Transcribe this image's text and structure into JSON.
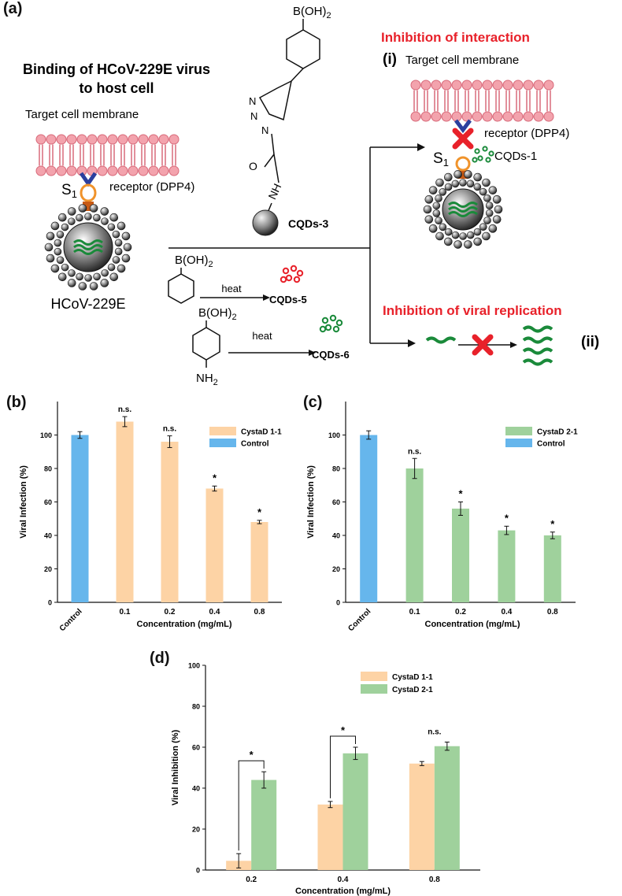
{
  "panel_a": {
    "label": "(a)",
    "left_title_1": "Binding of HCoV-229E virus",
    "left_title_2": "to host cell",
    "membrane_label_left": "Target cell membrane",
    "receptor_label_left": "receptor (DPP4)",
    "s1_left": "S",
    "s1_sub": "1",
    "virus_label": "HCoV-229E",
    "boh2": "B(OH)",
    "boh2_sub": "2",
    "cqds3": "CQDs-3",
    "amide_o": "O",
    "amide_nh": "NH",
    "triazole_n": "N",
    "heat_1": "heat",
    "heat_2": "heat",
    "cqds5": "CQDs-5",
    "cqds6": "CQDs-6",
    "nh2": "NH",
    "nh2_sub": "2",
    "inhibition_interaction": "Inhibition of interaction",
    "roman_i": "(i)",
    "membrane_label_right": "Target cell membrane",
    "receptor_label_right": "receptor (DPP4)",
    "cqds1": "CQDs-1",
    "inhibition_replication": "Inhibition of viral replication",
    "roman_ii": "(ii)"
  },
  "colors": {
    "red": "#e8212a",
    "membrane_pink": "#f3a3ad",
    "orange_bar": "#fdd3a5",
    "green_bar": "#9fd19c",
    "blue_bar": "#66b6ec",
    "receptor_blue": "#2b3f9e",
    "dot_green": "#1a8a3a"
  },
  "chart_data": [
    {
      "panel": "(b)",
      "type": "bar",
      "categories": [
        "Control",
        "0.1",
        "0.2",
        "0.4",
        "0.8"
      ],
      "values": [
        100,
        108,
        96,
        68,
        48
      ],
      "errors": [
        2,
        3,
        3.5,
        1.5,
        1
      ],
      "bar_series": [
        "Control",
        "CystaD 1-1",
        "CystaD 1-1",
        "CystaD 1-1",
        "CystaD 1-1"
      ],
      "annotations": [
        "",
        "n.s.",
        "n.s.",
        "*",
        "*"
      ],
      "legend": [
        "CystaD 1-1",
        "Control"
      ],
      "xlabel": "Concentration (mg/mL)",
      "ylabel": "Viral Infection (%)",
      "ylim": [
        0,
        120
      ],
      "yticks": [
        0,
        20,
        40,
        60,
        80,
        100
      ]
    },
    {
      "panel": "(c)",
      "type": "bar",
      "categories": [
        "Control",
        "0.1",
        "0.2",
        "0.4",
        "0.8"
      ],
      "values": [
        100,
        80,
        56,
        43,
        40
      ],
      "errors": [
        2.5,
        6,
        4,
        2.5,
        2
      ],
      "bar_series": [
        "Control",
        "CystaD 2-1",
        "CystaD 2-1",
        "CystaD 2-1",
        "CystaD 2-1"
      ],
      "annotations": [
        "",
        "n.s.",
        "*",
        "*",
        "*"
      ],
      "legend": [
        "CystaD 2-1",
        "Control"
      ],
      "xlabel": "Concentration (mg/mL)",
      "ylabel": "Viral Infection (%)",
      "ylim": [
        0,
        120
      ],
      "yticks": [
        0,
        20,
        40,
        60,
        80,
        100
      ]
    },
    {
      "panel": "(d)",
      "type": "bar",
      "categories": [
        "0.2",
        "0.4",
        "0.8"
      ],
      "series": [
        {
          "name": "CystaD 1-1",
          "values": [
            4.5,
            32,
            52
          ],
          "errors": [
            3.5,
            1.5,
            1
          ]
        },
        {
          "name": "CystaD 2-1",
          "values": [
            44,
            57,
            60.5
          ],
          "errors": [
            4,
            3,
            2
          ]
        }
      ],
      "annotations": [
        "*",
        "*",
        "n.s."
      ],
      "xlabel": "Concentration (mg/mL)",
      "ylabel": "Viral Inhibition (%)",
      "ylim": [
        0,
        100
      ],
      "yticks": [
        0,
        20,
        40,
        60,
        80,
        100
      ]
    }
  ]
}
